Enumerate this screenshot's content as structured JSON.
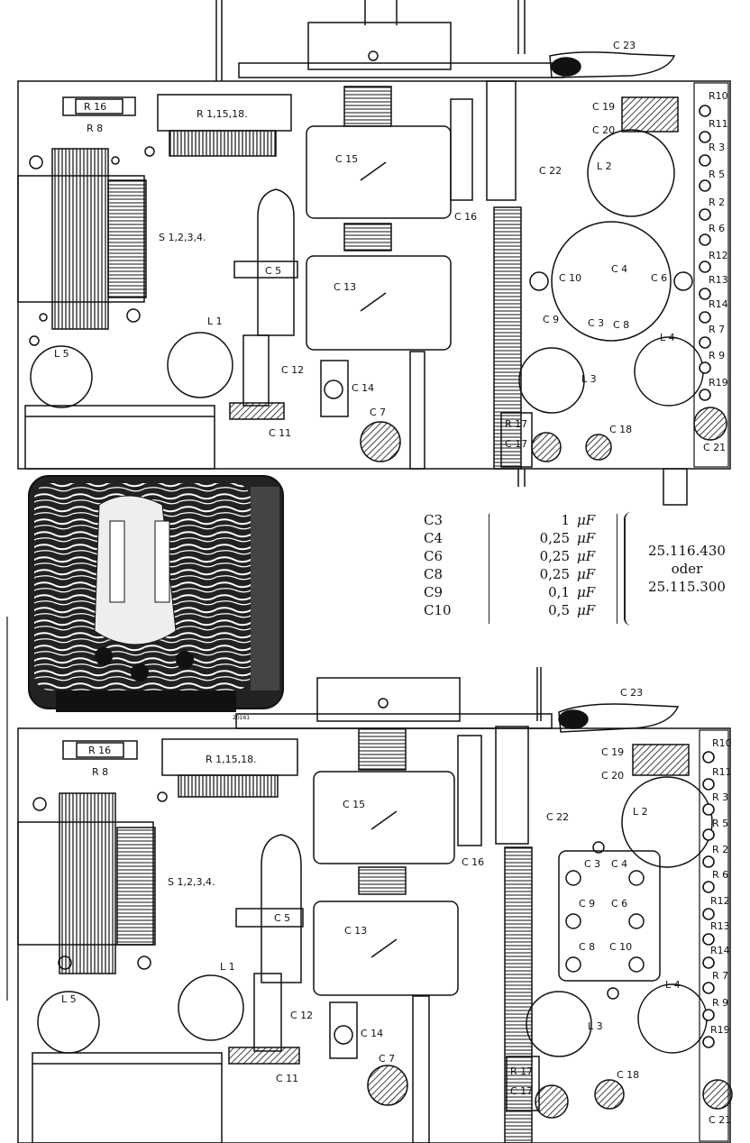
{
  "top_diagram": {
    "labels": {
      "r16": "R 16",
      "r8": "R 8",
      "r1_15_18": "R 1,15,18.",
      "s1234": "S 1,2,3,4.",
      "c15": "C 15",
      "c16": "C 16",
      "c22": "C 22",
      "c23": "C 23",
      "c19": "C 19",
      "c20": "C 20",
      "l2": "L 2",
      "c5": "C 5",
      "c13": "C 13",
      "l1": "L 1",
      "l5": "L 5",
      "c12": "C 12",
      "c14": "C 14",
      "c11": "C 11",
      "c7": "C 7",
      "c10": "C 10",
      "c4": "C 4",
      "c6": "C 6",
      "c3": "C 3",
      "c8": "C 8",
      "c9": "C 9",
      "l3": "L 3",
      "l4": "L 4",
      "r17": "R 17",
      "c17": "C 17",
      "c18": "C 18",
      "c21": "C 21",
      "r10": "R10",
      "r11": "R11",
      "r3": "R 3",
      "r5": "R 5",
      "r2": "R 2",
      "r6": "R 6",
      "r12": "R12",
      "r13": "R13",
      "r14": "R14",
      "r7": "R 7",
      "r9": "R 9",
      "r19": "R19"
    }
  },
  "bottom_diagram": {
    "labels": {
      "r16": "R 16",
      "r8": "R 8",
      "r1_15_18": "R 1,15,18.",
      "s1234": "S 1,2,3,4.",
      "c15": "C 15",
      "c16": "C 16",
      "c22": "C 22",
      "c23": "C 23",
      "c19": "C 19",
      "c20": "C 20",
      "l2": "L 2",
      "c5": "C 5",
      "c13": "C 13",
      "l1": "L 1",
      "l5": "L 5",
      "c12": "C 12",
      "c14": "C 14",
      "c11": "C 11",
      "c7": "C 7",
      "c3": "C 3",
      "c4": "C 4",
      "c9": "C 9",
      "c6": "C 6",
      "c8": "C 8",
      "c10": "C 10",
      "l3": "L 3",
      "l4": "L 4",
      "r17": "R 17",
      "c17": "C 17",
      "c18": "C 18",
      "c21": "C 21",
      "r10": "R10",
      "r11": "R11",
      "r3": "R 3",
      "r5": "R 5",
      "r2": "R 2",
      "r6": "R 6",
      "r12": "R12",
      "r13": "R13",
      "r14": "R14",
      "r7": "R 7",
      "r9": "R 9",
      "r19": "R19"
    }
  },
  "capacitor_table": {
    "rows": [
      {
        "ref": "C3",
        "value": "1",
        "unit": "μF"
      },
      {
        "ref": "C4",
        "value": "0,25",
        "unit": "μF"
      },
      {
        "ref": "C6",
        "value": "0,25",
        "unit": "μF"
      },
      {
        "ref": "C8",
        "value": "0,25",
        "unit": "μF"
      },
      {
        "ref": "C9",
        "value": "0,1",
        "unit": "μF"
      },
      {
        "ref": "C10",
        "value": "0,5",
        "unit": "μF"
      }
    ],
    "note_line1": "25.116.430",
    "note_line2": "oder",
    "note_line3": "25.115.300"
  },
  "photo": {
    "caption": "20161"
  }
}
